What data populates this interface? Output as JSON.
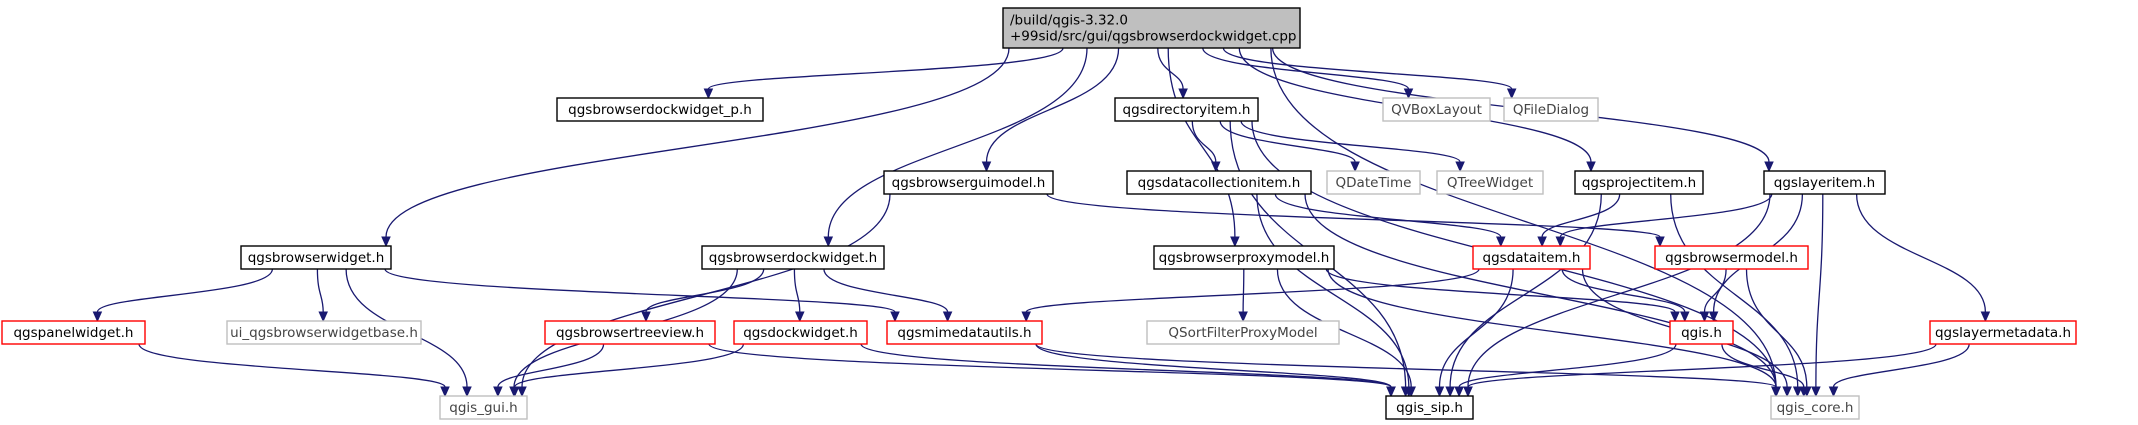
{
  "diagram": {
    "colors": {
      "edge": "#191970",
      "root_fill": "#bfbfbf",
      "documented_border": "#000000",
      "undocumented_border": "#ff0000",
      "external_border": "#bfbfbf"
    },
    "nodes": [
      {
        "id": "root",
        "kind": "root",
        "lines": [
          "/build/qgis-3.32.0",
          "+99sid/src/gui/qgsbrowserdockwidget.cpp"
        ]
      },
      {
        "id": "dockwidget_p",
        "kind": "doc",
        "lines": [
          "qgsbrowserdockwidget_p.h"
        ]
      },
      {
        "id": "directoryitem",
        "kind": "doc",
        "lines": [
          "qgsdirectoryitem.h"
        ]
      },
      {
        "id": "qvboxlayout",
        "kind": "ext",
        "lines": [
          "QVBoxLayout"
        ]
      },
      {
        "id": "qfiledialog",
        "kind": "ext",
        "lines": [
          "QFileDialog"
        ]
      },
      {
        "id": "guimodel",
        "kind": "doc",
        "lines": [
          "qgsbrowserguimodel.h"
        ]
      },
      {
        "id": "datacollectionitem",
        "kind": "doc",
        "lines": [
          "qgsdatacollectionitem.h"
        ]
      },
      {
        "id": "qdatetime",
        "kind": "ext",
        "lines": [
          "QDateTime"
        ]
      },
      {
        "id": "qtreewidget",
        "kind": "ext",
        "lines": [
          "QTreeWidget"
        ]
      },
      {
        "id": "projectitem",
        "kind": "doc",
        "lines": [
          "qgsprojectitem.h"
        ]
      },
      {
        "id": "layeritem",
        "kind": "doc",
        "lines": [
          "qgslayeritem.h"
        ]
      },
      {
        "id": "browserwidget",
        "kind": "doc",
        "lines": [
          "qgsbrowserwidget.h"
        ]
      },
      {
        "id": "dockwidget_h",
        "kind": "doc",
        "lines": [
          "qgsbrowserdockwidget.h"
        ]
      },
      {
        "id": "proxymodel",
        "kind": "doc",
        "lines": [
          "qgsbrowserproxymodel.h"
        ]
      },
      {
        "id": "dataitem",
        "kind": "red",
        "lines": [
          "qgsdataitem.h"
        ]
      },
      {
        "id": "browsermodel",
        "kind": "red",
        "lines": [
          "qgsbrowsermodel.h"
        ]
      },
      {
        "id": "panelwidget",
        "kind": "red",
        "lines": [
          "qgspanelwidget.h"
        ]
      },
      {
        "id": "ui_base",
        "kind": "ext",
        "lines": [
          "ui_qgsbrowserwidgetbase.h"
        ]
      },
      {
        "id": "treeview",
        "kind": "red",
        "lines": [
          "qgsbrowsertreeview.h"
        ]
      },
      {
        "id": "dockwidget",
        "kind": "red",
        "lines": [
          "qgsdockwidget.h"
        ]
      },
      {
        "id": "mimedatautils",
        "kind": "red",
        "lines": [
          "qgsmimedatautils.h"
        ]
      },
      {
        "id": "qsortfilter",
        "kind": "ext",
        "lines": [
          "QSortFilterProxyModel"
        ]
      },
      {
        "id": "qgis_h",
        "kind": "red",
        "lines": [
          "qgis.h"
        ]
      },
      {
        "id": "layermetadata",
        "kind": "red",
        "lines": [
          "qgslayermetadata.h"
        ]
      },
      {
        "id": "qgis_gui",
        "kind": "ext",
        "lines": [
          "qgis_gui.h"
        ]
      },
      {
        "id": "qgis_sip",
        "kind": "doc",
        "lines": [
          "qgis_sip.h"
        ]
      },
      {
        "id": "qgis_core",
        "kind": "ext",
        "lines": [
          "qgis_core.h"
        ]
      }
    ],
    "edges": [
      {
        "from": "root",
        "to": "dockwidget_p"
      },
      {
        "from": "root",
        "to": "directoryitem"
      },
      {
        "from": "root",
        "to": "qvboxlayout"
      },
      {
        "from": "root",
        "to": "qfiledialog"
      },
      {
        "from": "root",
        "to": "guimodel"
      },
      {
        "from": "root",
        "to": "browserwidget"
      },
      {
        "from": "root",
        "to": "dockwidget_h"
      },
      {
        "from": "root",
        "to": "proxymodel"
      },
      {
        "from": "root",
        "to": "projectitem"
      },
      {
        "from": "root",
        "to": "layeritem"
      },
      {
        "from": "root",
        "to": "qgis_core"
      },
      {
        "from": "directoryitem",
        "to": "datacollectionitem"
      },
      {
        "from": "directoryitem",
        "to": "qdatetime"
      },
      {
        "from": "directoryitem",
        "to": "qtreewidget"
      },
      {
        "from": "directoryitem",
        "to": "qgis_core"
      },
      {
        "from": "directoryitem",
        "to": "qgis_sip"
      },
      {
        "from": "datacollectionitem",
        "to": "dataitem"
      },
      {
        "from": "datacollectionitem",
        "to": "qgis_core"
      },
      {
        "from": "datacollectionitem",
        "to": "qgis_sip"
      },
      {
        "from": "projectitem",
        "to": "dataitem"
      },
      {
        "from": "projectitem",
        "to": "qgis_core"
      },
      {
        "from": "projectitem",
        "to": "qgis_sip"
      },
      {
        "from": "layeritem",
        "to": "dataitem"
      },
      {
        "from": "layeritem",
        "to": "qgis_h"
      },
      {
        "from": "layeritem",
        "to": "layermetadata"
      },
      {
        "from": "layeritem",
        "to": "qgis_core"
      },
      {
        "from": "layeritem",
        "to": "qgis_sip"
      },
      {
        "from": "guimodel",
        "to": "browsermodel"
      },
      {
        "from": "guimodel",
        "to": "qgis_gui"
      },
      {
        "from": "browserwidget",
        "to": "panelwidget"
      },
      {
        "from": "browserwidget",
        "to": "ui_base"
      },
      {
        "from": "browserwidget",
        "to": "mimedatautils"
      },
      {
        "from": "browserwidget",
        "to": "qgis_gui"
      },
      {
        "from": "dockwidget_h",
        "to": "treeview"
      },
      {
        "from": "dockwidget_h",
        "to": "dockwidget"
      },
      {
        "from": "dockwidget_h",
        "to": "mimedatautils"
      },
      {
        "from": "dockwidget_h",
        "to": "qgis_gui"
      },
      {
        "from": "proxymodel",
        "to": "qsortfilter"
      },
      {
        "from": "proxymodel",
        "to": "qgis_h"
      },
      {
        "from": "proxymodel",
        "to": "qgis_core"
      },
      {
        "from": "proxymodel",
        "to": "qgis_sip"
      },
      {
        "from": "dataitem",
        "to": "mimedatautils"
      },
      {
        "from": "dataitem",
        "to": "qgis_h"
      },
      {
        "from": "dataitem",
        "to": "qgis_core"
      },
      {
        "from": "dataitem",
        "to": "qgis_sip"
      },
      {
        "from": "browsermodel",
        "to": "qgis_h"
      },
      {
        "from": "browsermodel",
        "to": "qgis_core"
      },
      {
        "from": "panelwidget",
        "to": "qgis_gui"
      },
      {
        "from": "treeview",
        "to": "qgis_gui"
      },
      {
        "from": "treeview",
        "to": "qgis_sip"
      },
      {
        "from": "dockwidget",
        "to": "qgis_gui"
      },
      {
        "from": "dockwidget",
        "to": "qgis_sip"
      },
      {
        "from": "mimedatautils",
        "to": "qgis_core"
      },
      {
        "from": "mimedatautils",
        "to": "qgis_sip"
      },
      {
        "from": "qgis_h",
        "to": "qgis_core"
      },
      {
        "from": "qgis_h",
        "to": "qgis_sip"
      },
      {
        "from": "layermetadata",
        "to": "qgis_core"
      },
      {
        "from": "layermetadata",
        "to": "qgis_sip"
      }
    ]
  }
}
